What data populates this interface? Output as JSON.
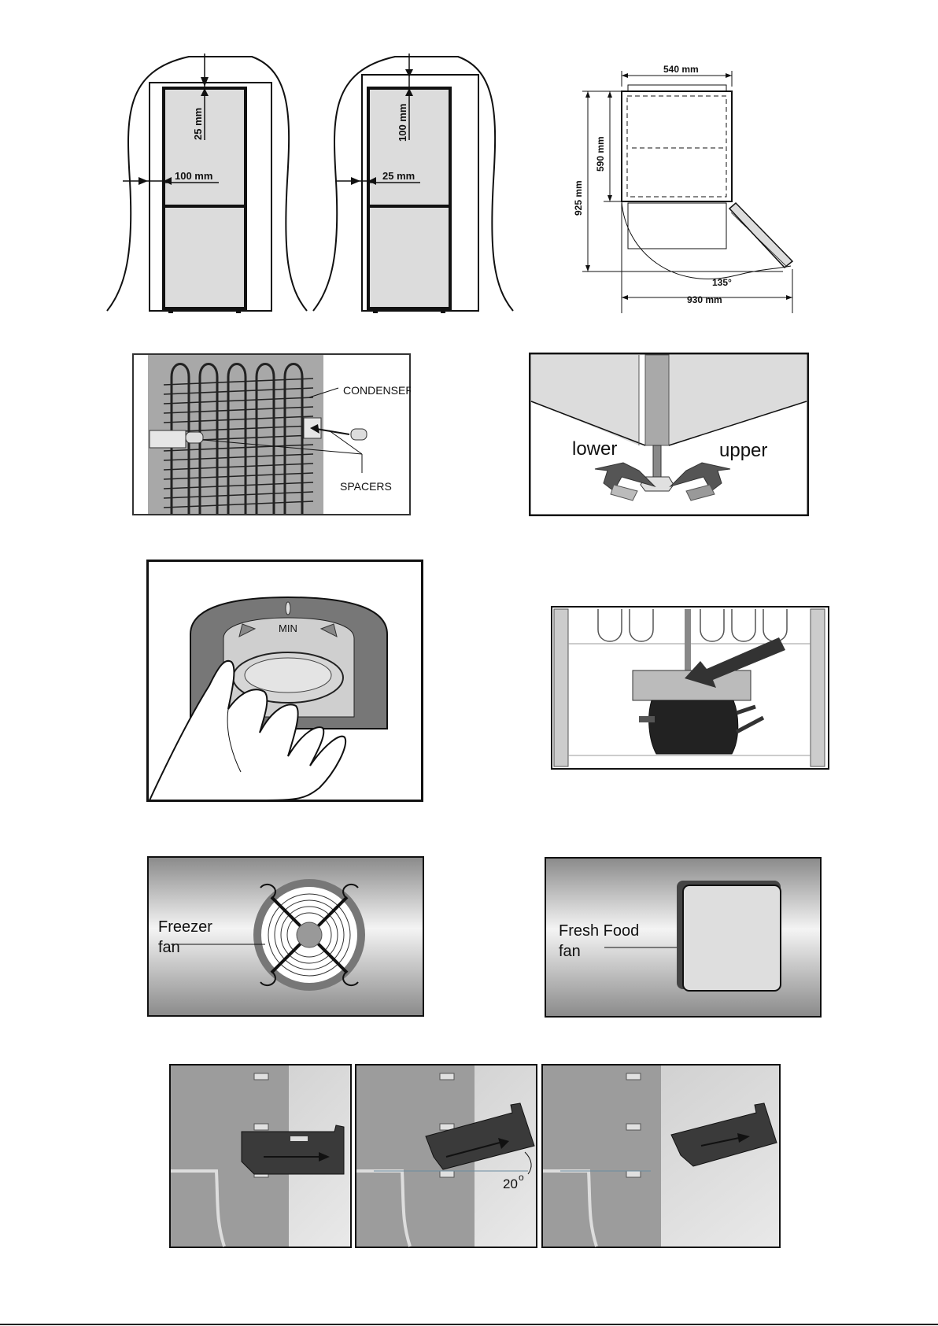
{
  "installation": {
    "left_top_gap": "25 mm",
    "left_side_gap": "100 mm",
    "right_top_gap": "100 mm",
    "right_side_gap": "25 mm"
  },
  "dimensions": {
    "width": "540 mm",
    "depth": "590 mm",
    "open_depth": "925 mm",
    "angle": "135°",
    "open_width": "930 mm"
  },
  "condenser": {
    "condenser_label": "CONDENSER",
    "spacers_label": "SPACERS"
  },
  "feet": {
    "lower_label": "lower",
    "upper_label": "upper"
  },
  "thermostat": {
    "min_label": "MIN"
  },
  "fans": {
    "freezer_line1": "Freezer",
    "freezer_line2": "fan",
    "fresh_line1": "Fresh Food",
    "fresh_line2": "fan"
  },
  "drawer": {
    "angle_value": "20",
    "angle_unit": "o"
  }
}
